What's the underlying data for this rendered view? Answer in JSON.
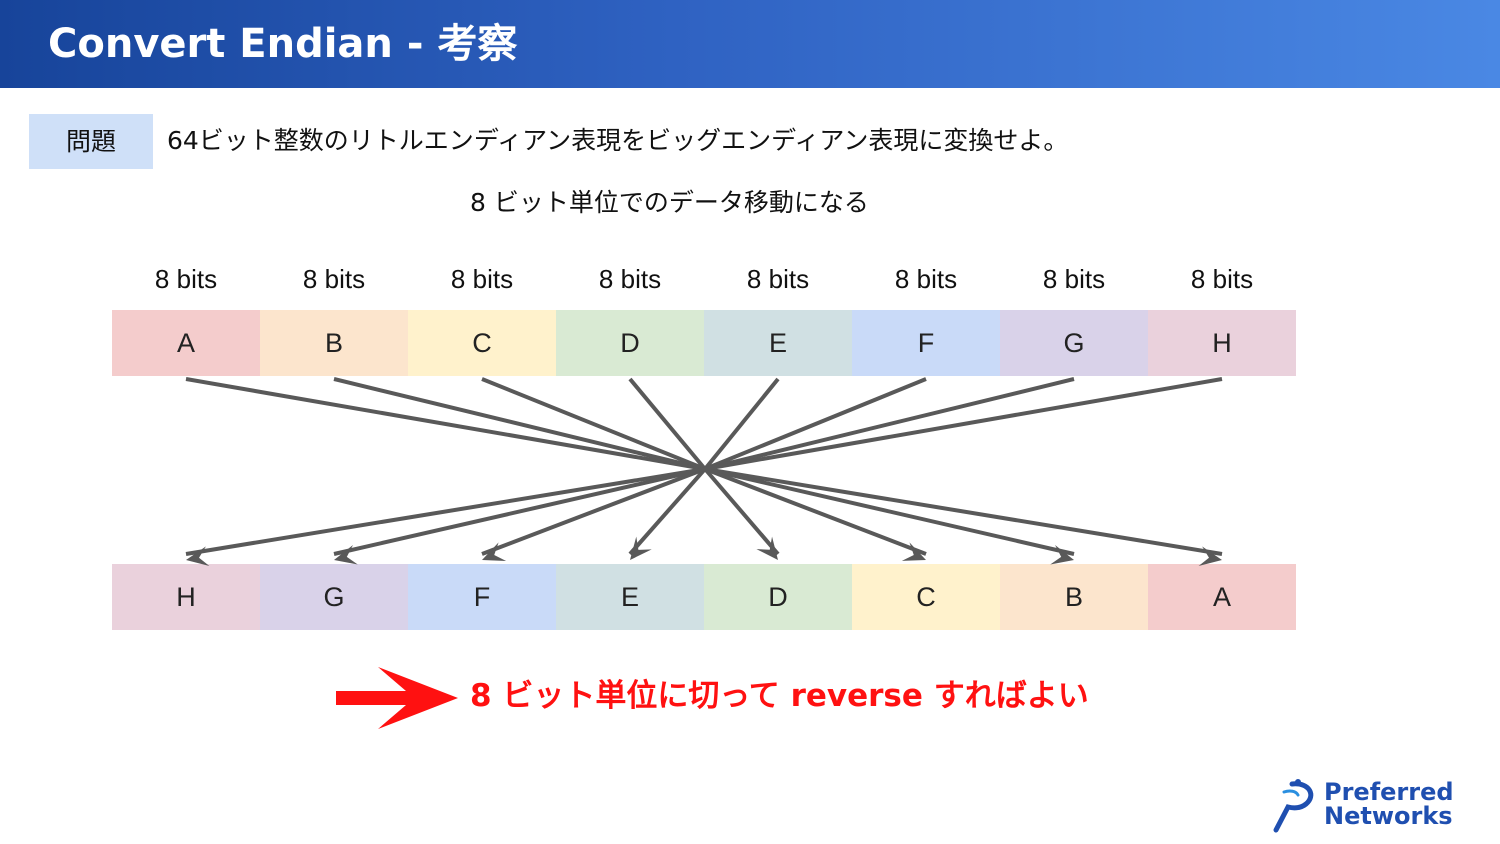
{
  "header": {
    "title": "Convert Endian - 考察"
  },
  "problem": {
    "label": "問題",
    "text": "64ビット整数のリトルエンディアン表現をビッグエンディアン表現に変換せよ。"
  },
  "subtitle": "8 ビット単位でのデータ移動になる",
  "bits_label": "8 bits",
  "top_row": [
    {
      "label": "A",
      "color": "#f4cccc"
    },
    {
      "label": "B",
      "color": "#fce5cd"
    },
    {
      "label": "C",
      "color": "#fff2cc"
    },
    {
      "label": "D",
      "color": "#d9ead3"
    },
    {
      "label": "E",
      "color": "#d0e0e3"
    },
    {
      "label": "F",
      "color": "#c9daf8"
    },
    {
      "label": "G",
      "color": "#d9d2e9"
    },
    {
      "label": "H",
      "color": "#ead1dc"
    }
  ],
  "bottom_row": [
    {
      "label": "H",
      "color": "#ead1dc"
    },
    {
      "label": "G",
      "color": "#d9d2e9"
    },
    {
      "label": "F",
      "color": "#c9daf8"
    },
    {
      "label": "E",
      "color": "#d0e0e3"
    },
    {
      "label": "D",
      "color": "#d9ead3"
    },
    {
      "label": "C",
      "color": "#fff2cc"
    },
    {
      "label": "B",
      "color": "#fce5cd"
    },
    {
      "label": "A",
      "color": "#f4cccc"
    }
  ],
  "arrow_color": "#595959",
  "conclusion": "8 ビット単位に切って reverse すればよい",
  "conclusion_color": "#ff1111",
  "logo": {
    "line1": "Preferred",
    "line2": "Networks",
    "color": "#1f4fb0"
  }
}
